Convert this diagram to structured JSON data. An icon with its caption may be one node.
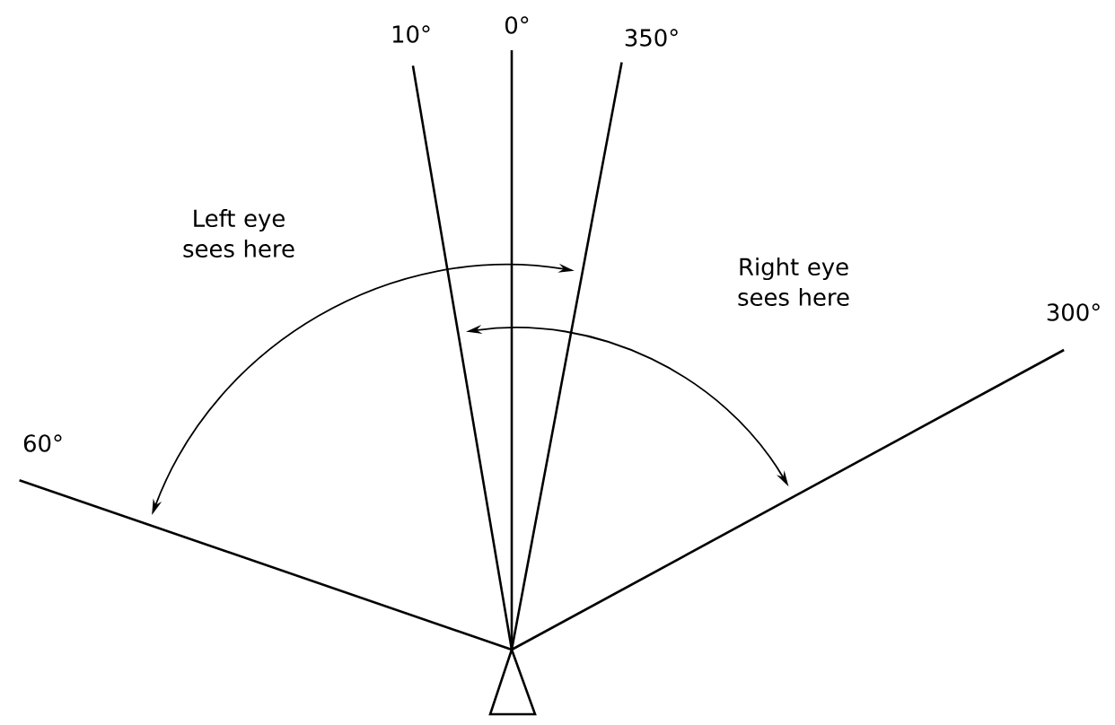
{
  "diagram": {
    "labels": [
      "10°",
      "0°",
      "350°",
      "Left eye sees here",
      "Right eye sees here",
      "60°",
      "300°"
    ]
  }
}
